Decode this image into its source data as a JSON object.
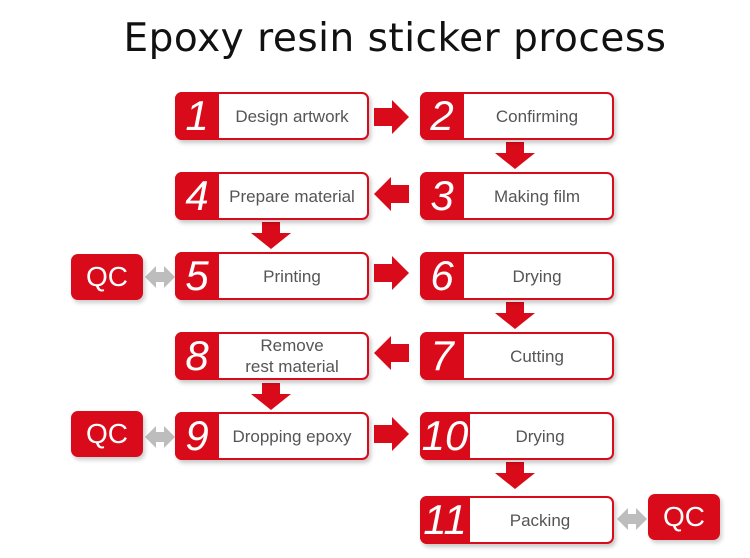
{
  "title": "Epoxy resin sticker process",
  "qc_label": "QC",
  "colors": {
    "accent": "#d90b1a",
    "connector": "#bdbdbd",
    "label": "#555555"
  },
  "steps": [
    {
      "number": "1",
      "label": "Design artwork"
    },
    {
      "number": "2",
      "label": "Confirming"
    },
    {
      "number": "3",
      "label": "Making film"
    },
    {
      "number": "4",
      "label": "Prepare material"
    },
    {
      "number": "5",
      "label": "Printing"
    },
    {
      "number": "6",
      "label": "Drying"
    },
    {
      "number": "7",
      "label": "Cutting"
    },
    {
      "number": "8",
      "label": "Remove\nrest material"
    },
    {
      "number": "9",
      "label": "Dropping epoxy"
    },
    {
      "number": "10",
      "label": "Drying"
    },
    {
      "number": "11",
      "label": "Packing"
    }
  ]
}
